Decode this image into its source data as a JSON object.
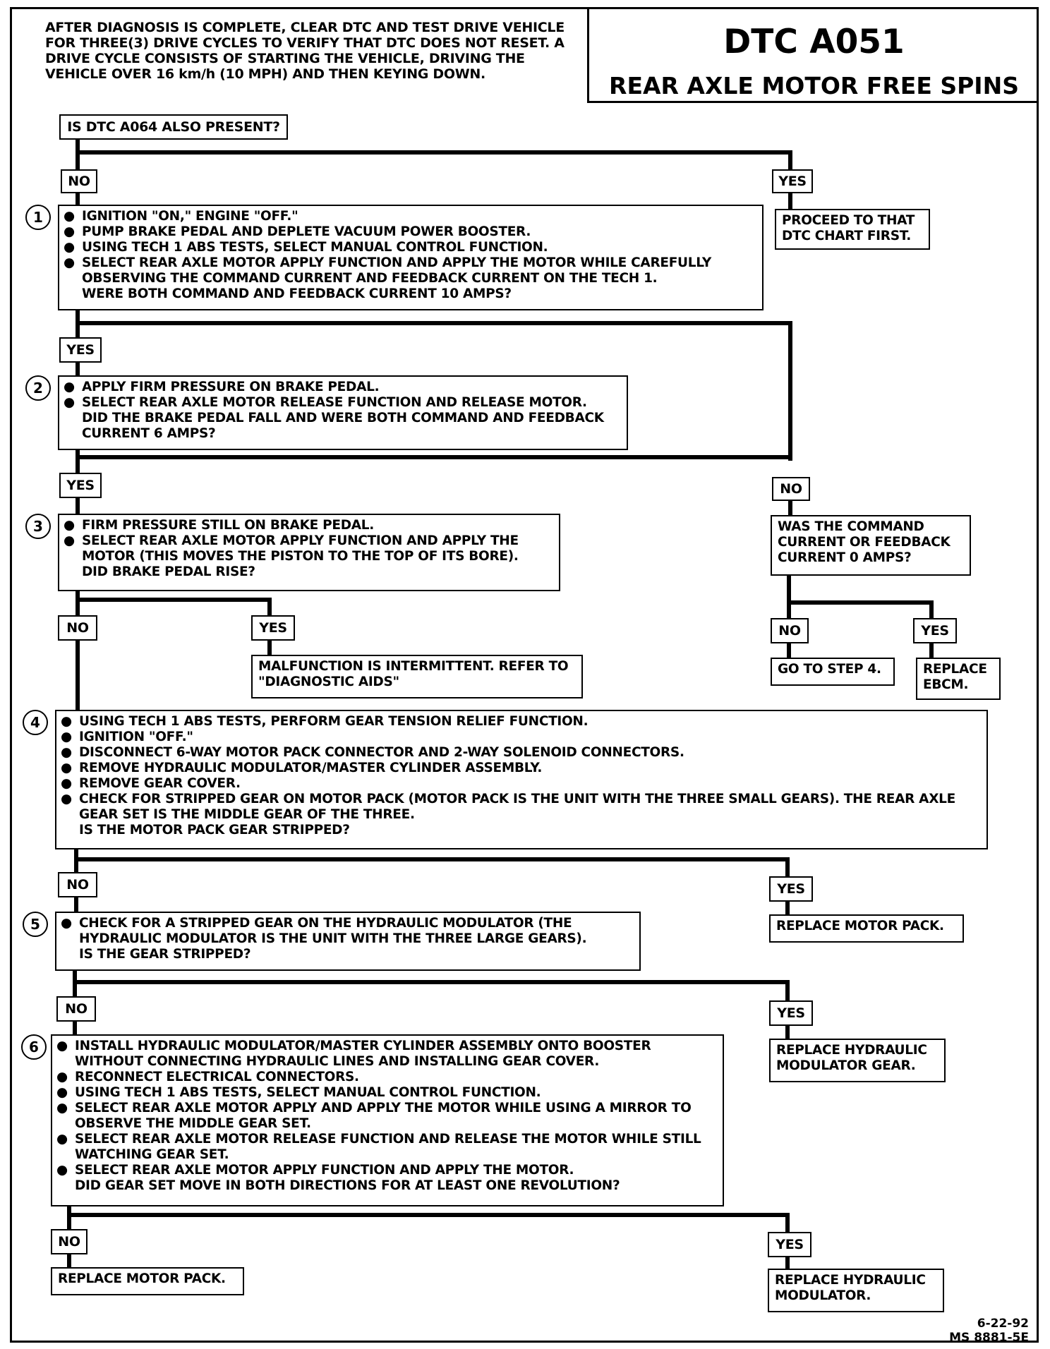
{
  "header": {
    "note": "AFTER DIAGNOSIS IS COMPLETE, CLEAR DTC AND TEST DRIVE VEHICLE FOR THREE(3) DRIVE CYCLES TO VERIFY THAT DTC DOES NOT RESET. A DRIVE CYCLE CONSISTS OF STARTING THE VEHICLE, DRIVING THE VEHICLE OVER 16 km/h (10 MPH) AND THEN KEYING DOWN.",
    "code": "DTC A051",
    "name": "REAR AXLE MOTOR FREE SPINS"
  },
  "start": {
    "question": "IS DTC A064 ALSO PRESENT?"
  },
  "labels": {
    "yes": "YES",
    "no": "NO"
  },
  "results": {
    "proceed": "PROCEED TO THAT DTC CHART FIRST.",
    "intermittent": "MALFUNCTION IS INTERMITTENT.  REFER TO \"DIAGNOSTIC AIDS\"",
    "was_zero": "WAS THE COMMAND CURRENT OR FEEDBACK CURRENT 0 AMPS?",
    "goto4": "GO TO STEP 4.",
    "replace_ebcm": "REPLACE EBCM.",
    "replace_motor_pack_5": "REPLACE MOTOR PACK.",
    "replace_hyd_gear": "REPLACE HYDRAULIC MODULATOR GEAR.",
    "replace_motor_pack_6": "REPLACE MOTOR PACK.",
    "replace_hyd_mod": "REPLACE HYDRAULIC MODULATOR."
  },
  "steps": [
    {
      "number": "1",
      "bullets": [
        "IGNITION \"ON,\" ENGINE \"OFF.\"",
        "PUMP BRAKE PEDAL AND DEPLETE VACUUM POWER BOOSTER.",
        "USING TECH 1 ABS TESTS, SELECT MANUAL CONTROL FUNCTION.",
        "SELECT REAR AXLE MOTOR APPLY FUNCTION AND APPLY THE MOTOR WHILE CAREFULLY OBSERVING THE COMMAND CURRENT AND FEEDBACK CURRENT ON THE TECH 1."
      ],
      "question": "WERE BOTH COMMAND AND FEEDBACK CURRENT 10 AMPS?"
    },
    {
      "number": "2",
      "bullets": [
        "APPLY FIRM PRESSURE ON BRAKE PEDAL.",
        "SELECT REAR AXLE MOTOR RELEASE FUNCTION AND RELEASE MOTOR."
      ],
      "question": "DID THE BRAKE PEDAL FALL AND WERE BOTH COMMAND AND FEEDBACK CURRENT 6 AMPS?"
    },
    {
      "number": "3",
      "bullets": [
        "FIRM PRESSURE STILL ON BRAKE PEDAL.",
        "SELECT REAR AXLE MOTOR APPLY FUNCTION AND APPLY THE MOTOR (THIS MOVES THE PISTON TO THE TOP OF ITS BORE)."
      ],
      "question": "DID BRAKE PEDAL RISE?"
    },
    {
      "number": "4",
      "bullets": [
        "USING TECH 1 ABS TESTS, PERFORM GEAR TENSION RELIEF FUNCTION.",
        "IGNITION \"OFF.\"",
        "DISCONNECT 6-WAY MOTOR PACK CONNECTOR AND 2-WAY SOLENOID CONNECTORS.",
        "REMOVE HYDRAULIC MODULATOR/MASTER CYLINDER ASSEMBLY.",
        "REMOVE GEAR COVER.",
        "CHECK FOR STRIPPED GEAR ON MOTOR PACK (MOTOR PACK IS THE UNIT WITH THE THREE SMALL GEARS).  THE REAR AXLE GEAR SET IS THE MIDDLE GEAR OF THE THREE."
      ],
      "question": "IS THE MOTOR PACK GEAR STRIPPED?"
    },
    {
      "number": "5",
      "bullets": [
        "CHECK FOR A STRIPPED GEAR ON THE HYDRAULIC MODULATOR (THE HYDRAULIC MODULATOR IS THE UNIT WITH THE THREE LARGE GEARS)."
      ],
      "question": "IS THE GEAR STRIPPED?"
    },
    {
      "number": "6",
      "bullets": [
        "INSTALL HYDRAULIC MODULATOR/MASTER CYLINDER ASSEMBLY ONTO BOOSTER WITHOUT CONNECTING HYDRAULIC LINES AND INSTALLING GEAR COVER.",
        "RECONNECT ELECTRICAL CONNECTORS.",
        "USING TECH 1 ABS TESTS, SELECT MANUAL CONTROL FUNCTION.",
        "SELECT REAR AXLE MOTOR APPLY AND APPLY THE MOTOR WHILE USING A MIRROR TO OBSERVE THE MIDDLE GEAR SET.",
        "SELECT REAR AXLE MOTOR  RELEASE FUNCTION AND RELEASE THE MOTOR WHILE STILL WATCHING GEAR SET.",
        "SELECT REAR AXLE MOTOR APPLY FUNCTION AND APPLY THE MOTOR."
      ],
      "question": "DID GEAR SET MOVE IN BOTH DIRECTIONS FOR AT LEAST ONE REVOLUTION?"
    }
  ],
  "footer": {
    "date": "6-22-92",
    "ref": "MS 8881-5E"
  }
}
